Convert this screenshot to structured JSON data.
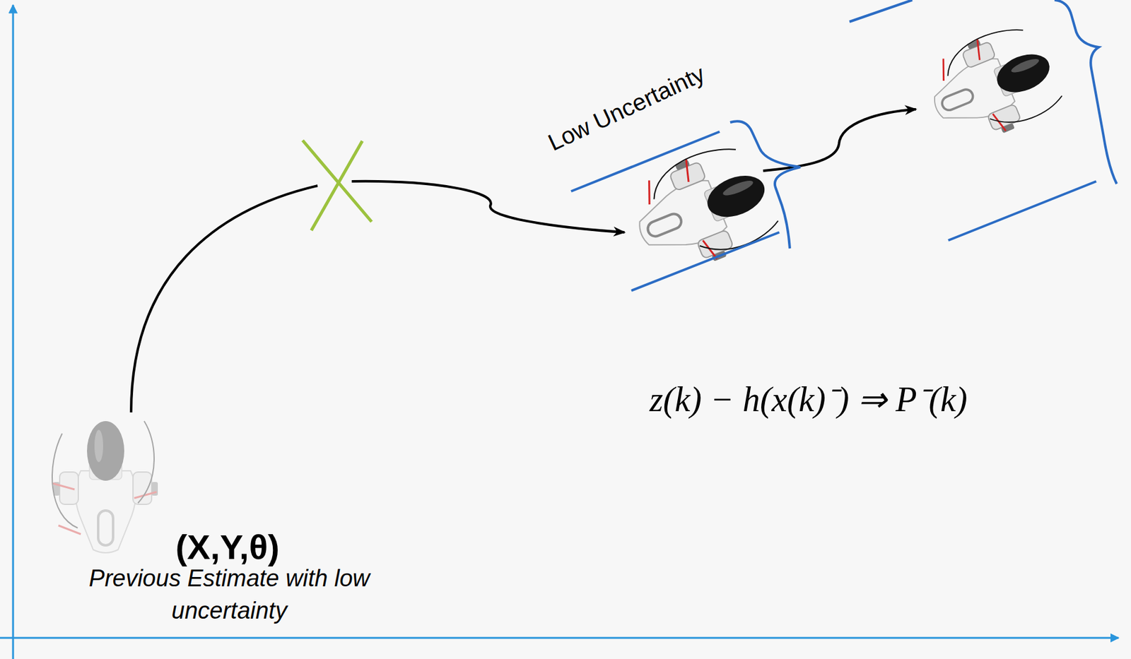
{
  "diagram": {
    "labels": [
      "(X,Y,θ)",
      "Previous Estimate with low uncertainty",
      "Low Uncertainty",
      "z(k) − h(x(k)⁻) ⇒ P⁻(k)"
    ]
  }
}
